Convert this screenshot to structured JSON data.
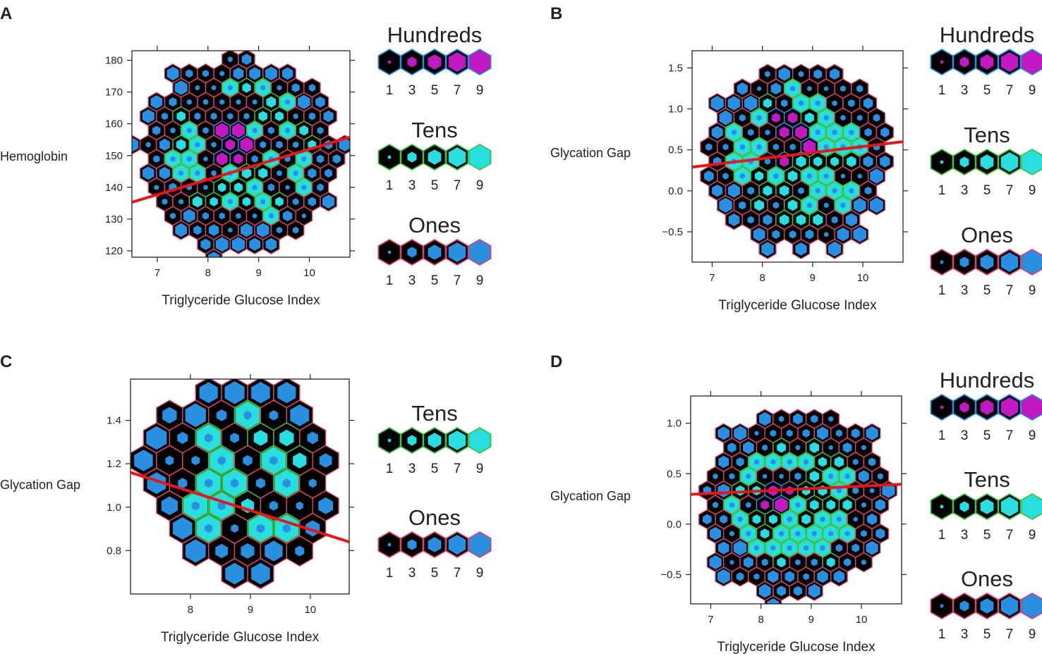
{
  "colors": {
    "hundreds_fill": "#c21ac2",
    "hundreds_stroke": "#2a8fe0",
    "tens_fill": "#28dede",
    "tens_stroke": "#44c33c",
    "ones_fill": "#2a8fe0",
    "ones_stroke": "#e0446a",
    "base_fill": "#000000",
    "fit_line": "#e8151b"
  },
  "chart_data": [
    {
      "panel": "A",
      "type": "hexbin",
      "xlabel": "Triglyceride Glucose Index",
      "ylabel": "Hemoglobin",
      "xticks": [
        7,
        8,
        9,
        10
      ],
      "yticks": [
        120,
        130,
        140,
        150,
        160,
        170,
        180
      ],
      "xlim": [
        6.5,
        10.8
      ],
      "ylim": [
        118,
        183
      ],
      "fit_line": {
        "x": [
          6.5,
          10.8
        ],
        "y": [
          135.3,
          155.8
        ]
      },
      "hex_rows": 14,
      "legend": [
        {
          "title": "Hundreds",
          "labels": [
            "1",
            "3",
            "5",
            "7",
            "9"
          ]
        },
        {
          "title": "Tens",
          "labels": [
            "1",
            "3",
            "5",
            "7",
            "9"
          ]
        },
        {
          "title": "Ones",
          "labels": [
            "1",
            "3",
            "5",
            "7",
            "9"
          ]
        }
      ]
    },
    {
      "panel": "B",
      "type": "hexbin",
      "xlabel": "Triglyceride Glucose Index",
      "ylabel": "Glycation Gap",
      "xticks": [
        7,
        8,
        9,
        10
      ],
      "yticks": [
        -0.5,
        0.0,
        0.5,
        1.0,
        1.5
      ],
      "ytick_labels": [
        "−0.5",
        "0.0",
        "0.5",
        "1.0",
        "1.5"
      ],
      "xlim": [
        6.6,
        10.8
      ],
      "ylim": [
        -0.87,
        1.71
      ],
      "fit_line": {
        "x": [
          6.6,
          10.8
        ],
        "y": [
          0.29,
          0.6
        ]
      },
      "hex_rows": 14,
      "legend": [
        {
          "title": "Hundreds",
          "labels": [
            "1",
            "3",
            "5",
            "7",
            "9"
          ]
        },
        {
          "title": "Tens",
          "labels": [
            "1",
            "3",
            "5",
            "7",
            "9"
          ]
        },
        {
          "title": "Ones",
          "labels": [
            "1",
            "3",
            "5",
            "7",
            "9"
          ]
        }
      ]
    },
    {
      "panel": "C",
      "type": "hexbin",
      "xlabel": "Triglyceride Glucose Index",
      "ylabel": "Glycation Gap",
      "xticks": [
        8,
        9,
        10
      ],
      "yticks": [
        0.8,
        1.0,
        1.2,
        1.4
      ],
      "ytick_labels": [
        "0.8",
        "1.0",
        "1.2",
        "1.4"
      ],
      "xlim": [
        7.0,
        10.65
      ],
      "ylim": [
        0.6,
        1.59
      ],
      "fit_line": {
        "x": [
          7.0,
          10.65
        ],
        "y": [
          1.16,
          0.84
        ]
      },
      "hex_rows": 9,
      "legend": [
        {
          "title": "Tens",
          "labels": [
            "1",
            "3",
            "5",
            "7",
            "9"
          ]
        },
        {
          "title": "Ones",
          "labels": [
            "1",
            "3",
            "5",
            "7",
            "9"
          ]
        }
      ]
    },
    {
      "panel": "D",
      "type": "hexbin",
      "xlabel": "Triglyceride Glucose Index",
      "ylabel": "Glycation Gap",
      "xticks": [
        7,
        8,
        9,
        10
      ],
      "yticks": [
        -0.5,
        0.0,
        0.5,
        1.0
      ],
      "ytick_labels": [
        "−0.5",
        "0.0",
        "0.5",
        "1.0"
      ],
      "xlim": [
        6.6,
        10.8
      ],
      "ylim": [
        -0.79,
        1.27
      ],
      "fit_line": {
        "x": [
          6.6,
          10.8
        ],
        "y": [
          0.295,
          0.395
        ]
      },
      "hex_rows": 14,
      "legend": [
        {
          "title": "Hundreds",
          "labels": [
            "1",
            "3",
            "5",
            "7",
            "9"
          ]
        },
        {
          "title": "Tens",
          "labels": [
            "1",
            "3",
            "5",
            "7",
            "9"
          ]
        },
        {
          "title": "Ones",
          "labels": [
            "1",
            "3",
            "5",
            "7",
            "9"
          ]
        }
      ]
    }
  ]
}
